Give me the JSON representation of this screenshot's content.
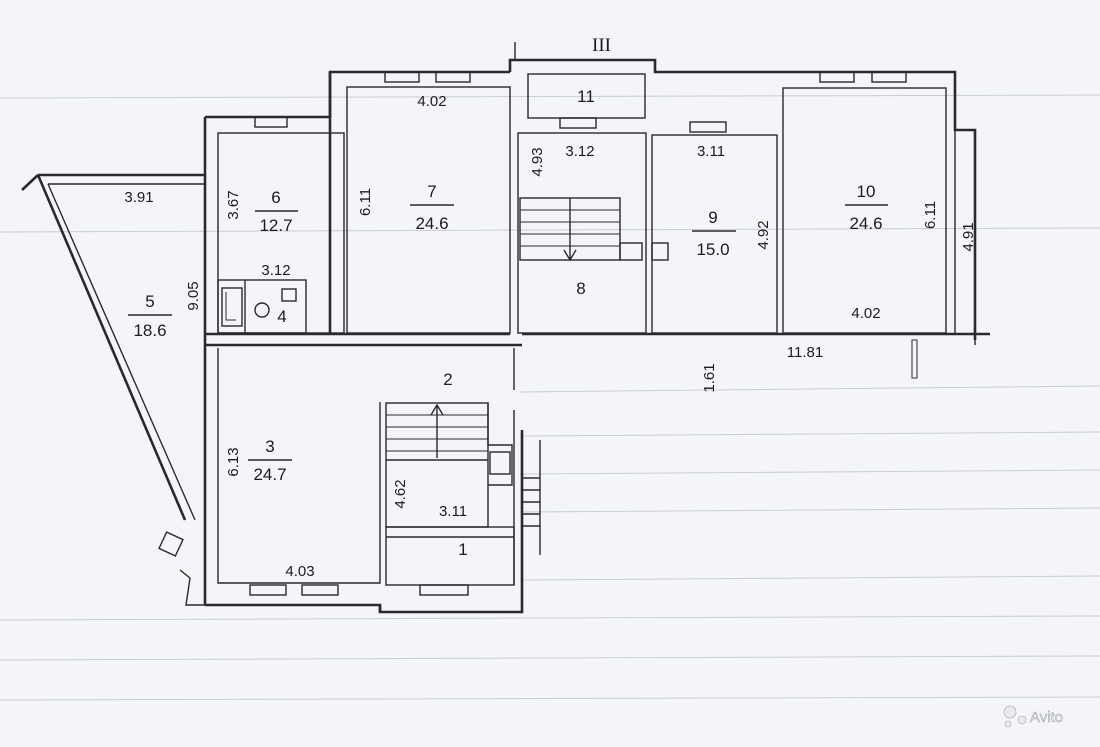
{
  "plan": {
    "axis_label": "III",
    "watermark": "Avito",
    "rooms": [
      {
        "id": "1",
        "number": "1",
        "area": ""
      },
      {
        "id": "2",
        "number": "2",
        "area": ""
      },
      {
        "id": "3",
        "number": "3",
        "area": "24.7"
      },
      {
        "id": "4",
        "number": "4",
        "area": ""
      },
      {
        "id": "5",
        "number": "5",
        "area": "18.6"
      },
      {
        "id": "6",
        "number": "6",
        "area": "12.7"
      },
      {
        "id": "7",
        "number": "7",
        "area": "24.6"
      },
      {
        "id": "8",
        "number": "8",
        "area": ""
      },
      {
        "id": "9",
        "number": "9",
        "area": "15.0"
      },
      {
        "id": "10",
        "number": "10",
        "area": "24.6"
      },
      {
        "id": "11",
        "number": "11",
        "area": ""
      }
    ],
    "dimensions": {
      "d_391": "3.91",
      "d_367": "3.67",
      "d_905": "9.05",
      "d_312_wc": "3.12",
      "d_402_top": "4.02",
      "d_611_r7": "6.11",
      "d_493": "4.93",
      "d_312_r8": "3.12",
      "d_311_r9": "3.11",
      "d_492": "4.92",
      "d_611_r10": "6.11",
      "d_491": "4.91",
      "d_402_r10": "4.02",
      "d_1181": "11.81",
      "d_161": "1.61",
      "d_613": "6.13",
      "d_462": "4.62",
      "d_311_r1": "3.11",
      "d_403": "4.03"
    }
  }
}
